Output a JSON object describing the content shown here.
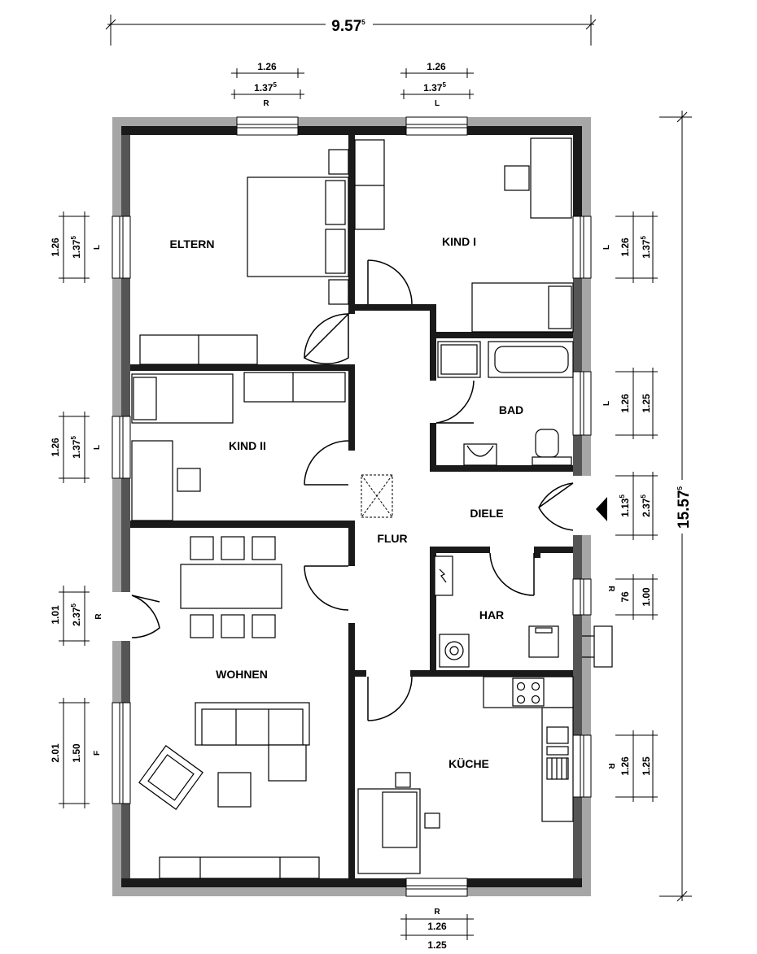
{
  "rooms": {
    "eltern": "ELTERN",
    "kind1": "KIND I",
    "kind2": "KIND II",
    "bad": "BAD",
    "diele": "DIELE",
    "flur": "FLUR",
    "har": "HAR",
    "wohnen": "WOHNEN",
    "kueche": "KÜCHE"
  },
  "overall": {
    "width": "9.57",
    "width_sup": "5",
    "length": "15.57",
    "length_sup": "5"
  },
  "windows": {
    "top_left": {
      "a": "1.26",
      "b": "1.37",
      "b_sup": "5",
      "side": "R"
    },
    "top_right": {
      "a": "1.26",
      "b": "1.37",
      "b_sup": "5",
      "side": "L"
    },
    "bottom": {
      "side": "R",
      "a": "1.26",
      "b": "1.25"
    },
    "left_eltern": {
      "a": "1.26",
      "b": "1.37",
      "b_sup": "5",
      "side": "L"
    },
    "left_kind2": {
      "a": "1.26",
      "b": "1.37",
      "b_sup": "5",
      "side": "L"
    },
    "left_door": {
      "a": "1.01",
      "b": "2.37",
      "b_sup": "5",
      "side": "R"
    },
    "left_wohnen": {
      "a": "2.01",
      "b": "1.50",
      "side": "F"
    },
    "right_kind1": {
      "side": "L",
      "a": "1.26",
      "b": "1.37",
      "b_sup": "5"
    },
    "right_bad": {
      "side": "L",
      "a": "1.26",
      "b": "1.25"
    },
    "right_entry": {
      "a": "1.13",
      "a_sup": "5",
      "b": "2.37",
      "b_sup": "5"
    },
    "right_har": {
      "side": "R",
      "a": "76",
      "b": "1.00"
    },
    "right_kueche": {
      "side": "R",
      "a": "1.26",
      "b": "1.25"
    }
  },
  "colors": {
    "wall": "#1a1a1a",
    "outer_band": "#a6a6a6",
    "wall_segment": "#555555",
    "furniture": "#000000"
  }
}
